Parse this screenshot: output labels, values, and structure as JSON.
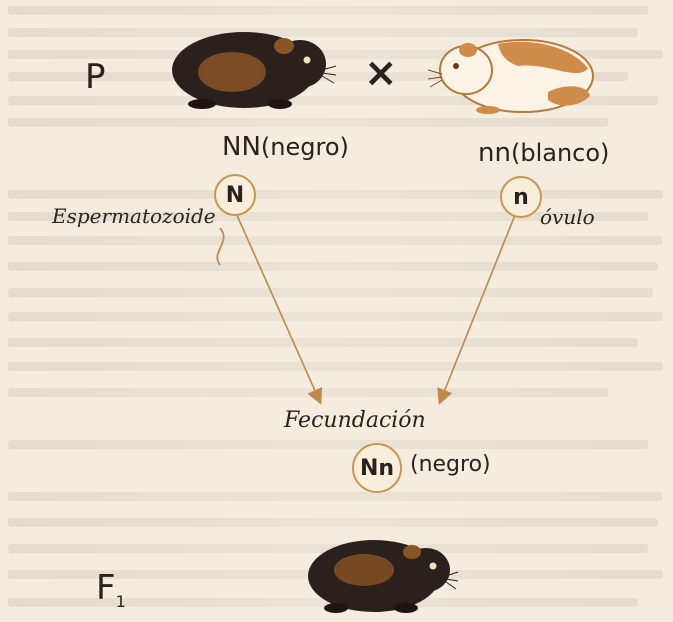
{
  "generation_labels": {
    "parental": "P",
    "filial": "F",
    "filial_subscript": "1"
  },
  "cross_symbol": "×",
  "parents": {
    "male": {
      "genotype": "NN",
      "phenotype": "(negro)",
      "animal_icon": "black-guinea-pig-icon"
    },
    "female": {
      "genotype": "nn",
      "phenotype": "(blanco)",
      "animal_icon": "white-guinea-pig-icon"
    }
  },
  "gametes": {
    "male": {
      "allele": "N",
      "label": "Espermatozoide"
    },
    "female": {
      "allele": "n",
      "label": "óvulo"
    }
  },
  "fertilization": {
    "label": "Fecundación",
    "genotype": "Nn",
    "phenotype": "(negro)"
  },
  "offspring": {
    "animal_icon": "black-guinea-pig-icon"
  },
  "colors": {
    "background": "#f3ecdf",
    "text": "#2a221d",
    "arrow": "#c0894a",
    "circle_border": "#c9974f",
    "black_fur": "#2b211c",
    "brown_patch": "#8a5425",
    "white_fur": "#faf3e6",
    "orange_patch": "#cf8c4a"
  }
}
